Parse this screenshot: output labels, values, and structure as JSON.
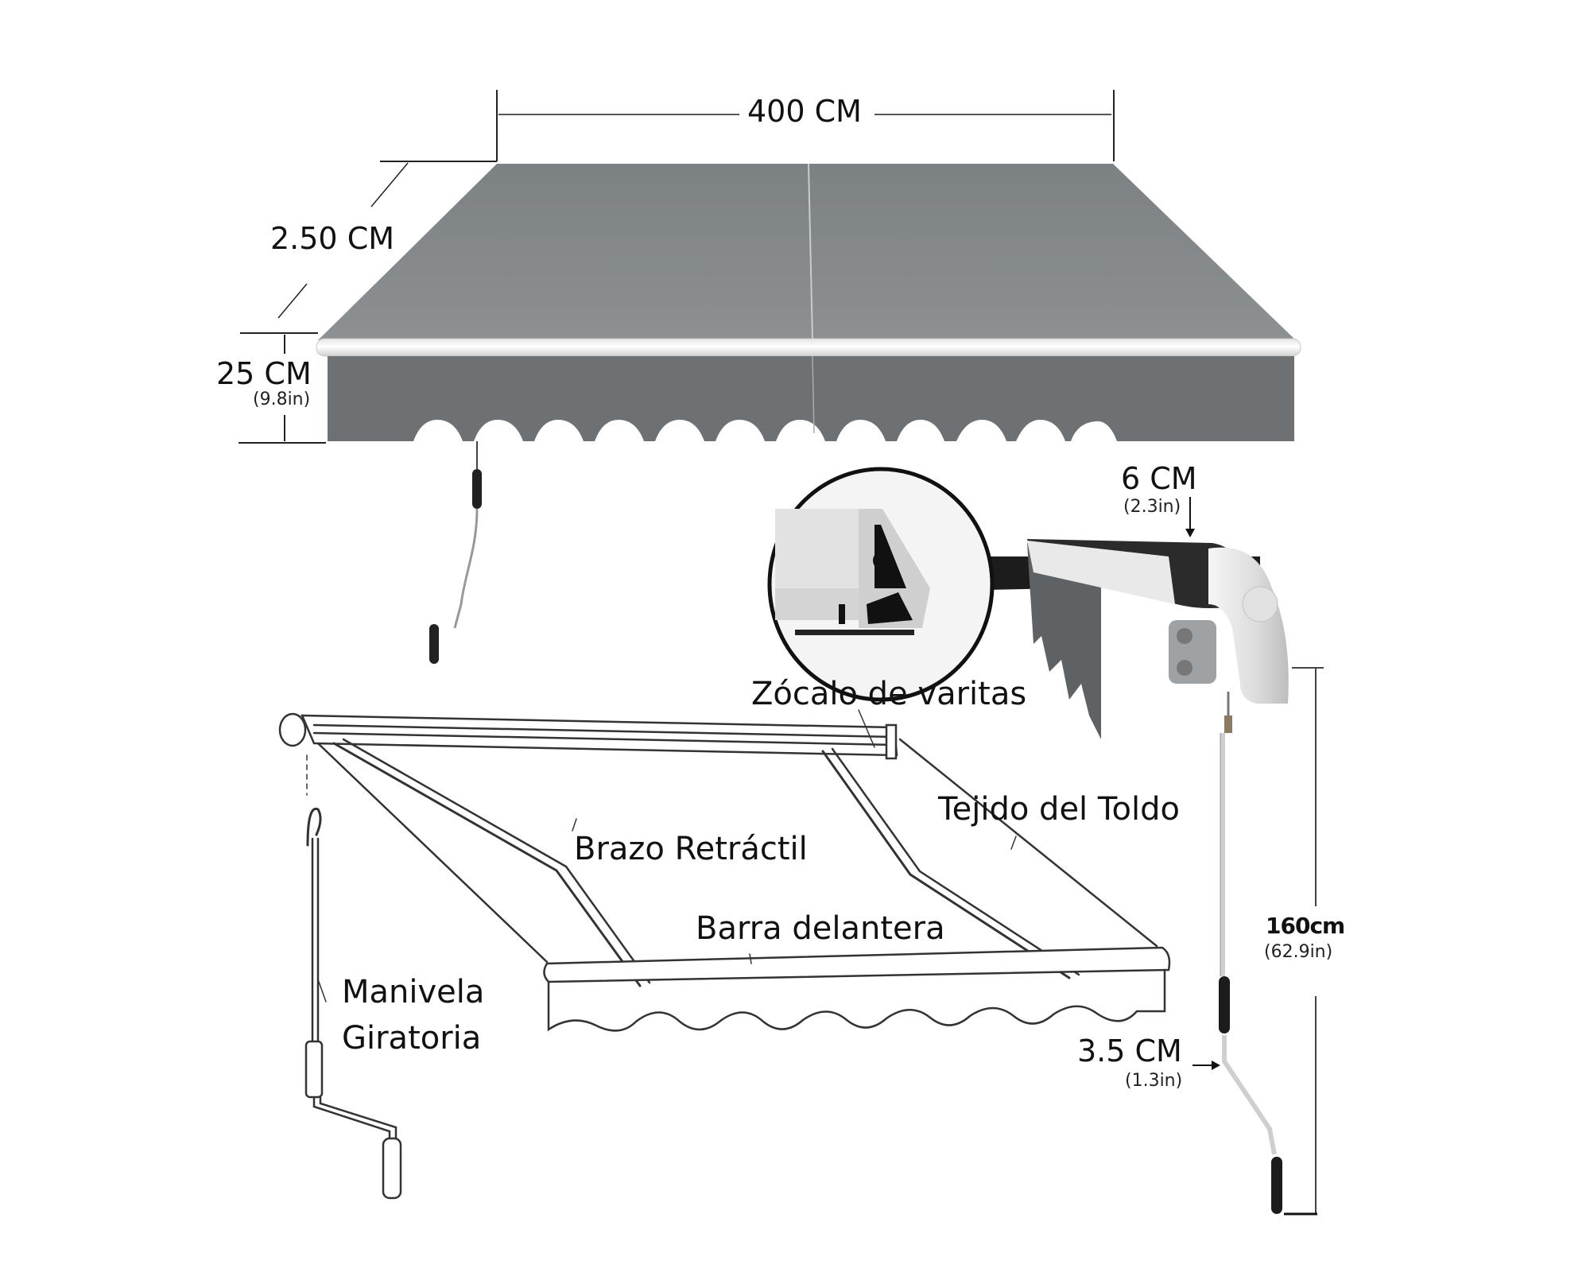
{
  "diagram": {
    "subject": "Retractable awning product dimensions and parts",
    "colors": {
      "fabric_top": "#808486",
      "fabric_front": "#6d7173",
      "bar": "#f2f2f2",
      "line": "#222222",
      "background": "#ffffff"
    },
    "dimensions": {
      "width": {
        "value": "400 CM"
      },
      "projection": {
        "value": "2.50 CM"
      },
      "valance_height": {
        "value": "25 CM",
        "imperial": "(9.8in)"
      },
      "cassette_diameter": {
        "value": "6 CM",
        "imperial": "(2.3in)"
      },
      "crank_length": {
        "value": "160cm",
        "imperial": "(62.9in)"
      },
      "crank_diameter": {
        "value": "3.5 CM",
        "imperial": "(1.3in)"
      }
    },
    "parts": {
      "wand_socket": "Zócalo de varitas",
      "fabric": "Tejido del Toldo",
      "retractable_arm": "Brazo Retráctil",
      "front_bar": "Barra delantera",
      "crank_line1": "Manivela",
      "crank_line2": "Giratoria"
    }
  }
}
